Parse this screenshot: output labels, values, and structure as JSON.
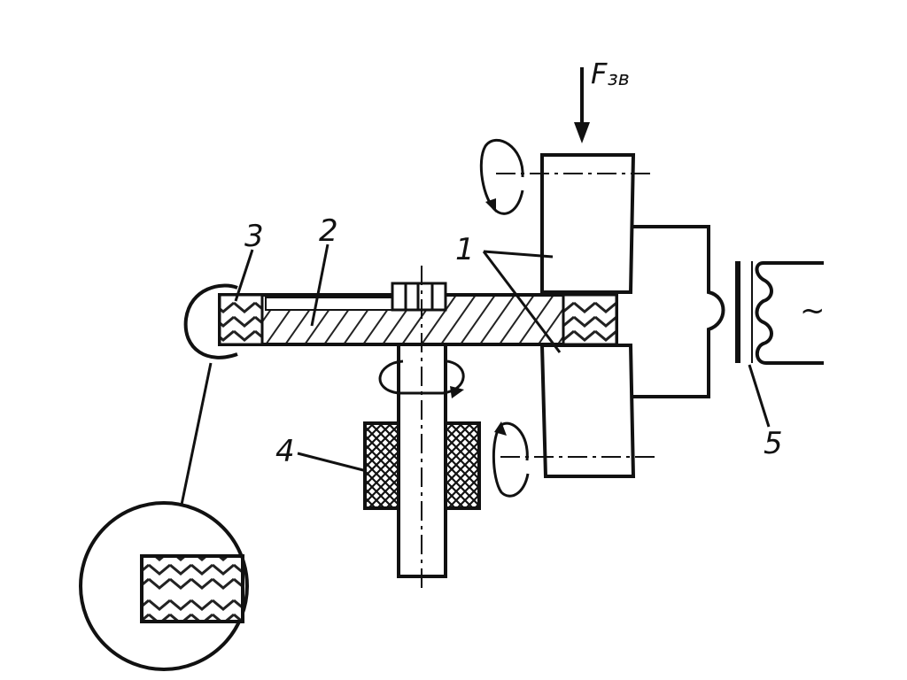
{
  "labels": {
    "roller_electrodes": "1",
    "workpiece": "2",
    "weld_seam": "3",
    "drive_roller": "4",
    "transformer": "5"
  },
  "force": {
    "symbol": "F",
    "subscript": "зв"
  },
  "ac_symbol": "~"
}
